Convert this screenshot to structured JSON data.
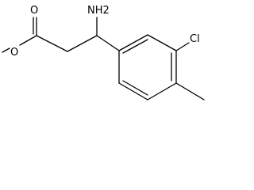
{
  "molecule": {
    "atoms": {
      "amine": "NH2",
      "carbonyl_oxygen": "O",
      "ester_oxygen": "O",
      "chlorine": "Cl"
    }
  }
}
